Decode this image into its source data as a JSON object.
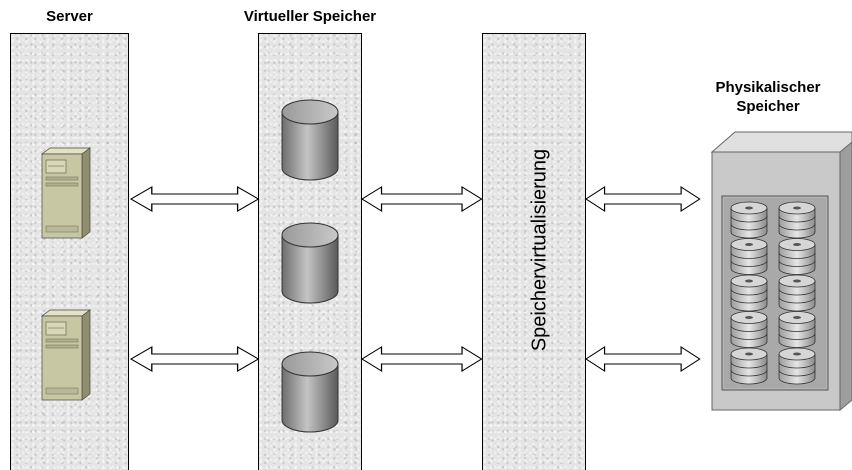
{
  "labels": {
    "server": "Server",
    "virtual_storage": "Virtueller Speicher",
    "physical_storage_line1": "Physikalischer",
    "physical_storage_line2": "Speicher",
    "virtualization": "Speichervirtualisierung"
  },
  "servers": [
    {
      "icon": "server-tower-icon"
    },
    {
      "icon": "server-tower-icon"
    }
  ],
  "virtual_disks": [
    {
      "icon": "cylinder-icon"
    },
    {
      "icon": "cylinder-icon"
    },
    {
      "icon": "cylinder-icon"
    }
  ],
  "physical_disk_rows": 5,
  "physical_disk_cols": 2,
  "colors": {
    "panel": "#e4e4e4",
    "server_body": "#c8c7a4",
    "cylinder": "#8a8a8a",
    "cabinet": "#c9c9c9"
  }
}
